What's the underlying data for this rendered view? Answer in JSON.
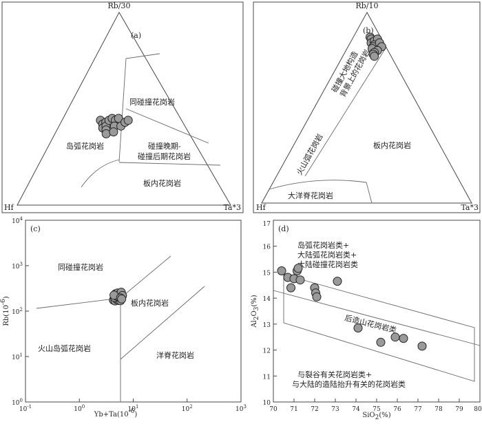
{
  "chart_data": [
    {
      "panel": "(a)",
      "type": "scatter",
      "subtype": "ternary",
      "vertices": {
        "top": "Rb/30",
        "left": "Hf",
        "right": "Ta*3"
      },
      "fields": [
        "同碰撞花岗岩",
        "碰撞晚期-",
        "碰撞后期花岗岩",
        "岛弧花岗岩",
        "板内花岗岩"
      ],
      "points": [
        {
          "rb": 0.44,
          "hf": 0.38,
          "ta": 0.18
        },
        {
          "rb": 0.42,
          "hf": 0.38,
          "ta": 0.2
        },
        {
          "rb": 0.4,
          "hf": 0.39,
          "ta": 0.21
        },
        {
          "rb": 0.43,
          "hf": 0.36,
          "ta": 0.21
        },
        {
          "rb": 0.41,
          "hf": 0.37,
          "ta": 0.22
        },
        {
          "rb": 0.39,
          "hf": 0.38,
          "ta": 0.23
        },
        {
          "rb": 0.44,
          "hf": 0.34,
          "ta": 0.22
        },
        {
          "rb": 0.45,
          "hf": 0.32,
          "ta": 0.23
        },
        {
          "rb": 0.44,
          "hf": 0.31,
          "ta": 0.25
        },
        {
          "rb": 0.41,
          "hf": 0.33,
          "ta": 0.26
        },
        {
          "rb": 0.45,
          "hf": 0.29,
          "ta": 0.26
        },
        {
          "rb": 0.41,
          "hf": 0.3,
          "ta": 0.29
        },
        {
          "rb": 0.37,
          "hf": 0.39,
          "ta": 0.24
        },
        {
          "rb": 0.38,
          "hf": 0.35,
          "ta": 0.27
        },
        {
          "rb": 0.43,
          "hf": 0.27,
          "ta": 0.3
        },
        {
          "rb": 0.44,
          "hf": 0.25,
          "ta": 0.31
        }
      ]
    },
    {
      "panel": "(b)",
      "type": "scatter",
      "subtype": "ternary",
      "vertices": {
        "top": "Rb/10",
        "left": "Hf",
        "right": "Ta*3"
      },
      "fields": [
        "碰撞大地构造",
        "背景上的花岗岩",
        "火山弧花岗岩",
        "板内花岗岩",
        "大洋脊花岗岩"
      ],
      "points": [
        {
          "rb": 0.87,
          "hf": 0.05,
          "ta": 0.08
        },
        {
          "rb": 0.86,
          "hf": 0.05,
          "ta": 0.09
        },
        {
          "rb": 0.84,
          "hf": 0.06,
          "ta": 0.1
        },
        {
          "rb": 0.85,
          "hf": 0.04,
          "ta": 0.11
        },
        {
          "rb": 0.86,
          "hf": 0.02,
          "ta": 0.12
        },
        {
          "rb": 0.83,
          "hf": 0.05,
          "ta": 0.12
        },
        {
          "rb": 0.82,
          "hf": 0.06,
          "ta": 0.12
        },
        {
          "rb": 0.81,
          "hf": 0.07,
          "ta": 0.12
        },
        {
          "rb": 0.84,
          "hf": 0.02,
          "ta": 0.14
        },
        {
          "rb": 0.82,
          "hf": 0.02,
          "ta": 0.16
        },
        {
          "rb": 0.8,
          "hf": 0.05,
          "ta": 0.15
        },
        {
          "rb": 0.79,
          "hf": 0.07,
          "ta": 0.14
        },
        {
          "rb": 0.78,
          "hf": 0.08,
          "ta": 0.14
        },
        {
          "rb": 0.77,
          "hf": 0.08,
          "ta": 0.15
        }
      ]
    },
    {
      "panel": "(c)",
      "type": "scatter",
      "xscale": "log",
      "yscale": "log",
      "xlim": [
        0.1,
        1000
      ],
      "ylim": [
        1,
        10000
      ],
      "xlabel": "Yb+Ta(10",
      "xlabel_sup": "-6",
      "xlabel_end": ")",
      "ylabel": "Rb(10",
      "ylabel_sup": "-6",
      "ylabel_end": ")",
      "xticks": [
        {
          "base": "10",
          "exp": "-1"
        },
        {
          "base": "10",
          "exp": "0"
        },
        {
          "base": "10",
          "exp": "1"
        },
        {
          "base": "10",
          "exp": "2"
        },
        {
          "base": "10",
          "exp": "3"
        }
      ],
      "yticks": [
        {
          "base": "10",
          "exp": "0"
        },
        {
          "base": "10",
          "exp": "1"
        },
        {
          "base": "10",
          "exp": "2"
        },
        {
          "base": "10",
          "exp": "3"
        },
        {
          "base": "10",
          "exp": "4"
        }
      ],
      "fields": [
        "同碰撞花岗岩",
        "板内花岗岩",
        "火山岛弧花岗岩",
        "洋脊花岗岩"
      ],
      "points": [
        {
          "x": 4.3,
          "y": 175
        },
        {
          "x": 4.6,
          "y": 168
        },
        {
          "x": 5.0,
          "y": 180
        },
        {
          "x": 5.4,
          "y": 172
        },
        {
          "x": 5.8,
          "y": 170
        },
        {
          "x": 4.5,
          "y": 200
        },
        {
          "x": 4.9,
          "y": 215
        },
        {
          "x": 5.3,
          "y": 205
        },
        {
          "x": 4.7,
          "y": 240
        },
        {
          "x": 5.1,
          "y": 250
        },
        {
          "x": 5.6,
          "y": 235
        },
        {
          "x": 6.0,
          "y": 260
        },
        {
          "x": 6.3,
          "y": 220
        },
        {
          "x": 4.4,
          "y": 225
        },
        {
          "x": 5.8,
          "y": 195
        },
        {
          "x": 6.1,
          "y": 185
        }
      ]
    },
    {
      "panel": "(d)",
      "type": "scatter",
      "xlim": [
        70,
        80
      ],
      "ylim": [
        10,
        17
      ],
      "xlabel": "SiO",
      "xlabel_sub": "2",
      "xlabel_end": "(%)",
      "ylabel": "Al",
      "ylabel_sub1": "2",
      "ylabel_mid": "O",
      "ylabel_sub2": "3",
      "ylabel_end": "(%)",
      "xticks": [
        "70",
        "71",
        "72",
        "73",
        "74",
        "75",
        "76",
        "77",
        "78",
        "79",
        "80"
      ],
      "yticks": [
        "10",
        "11",
        "12",
        "13",
        "14",
        "15",
        "16",
        "17"
      ],
      "fields": [
        "岛弧花岗岩类+",
        "大陆弧花岗岩类+",
        "大陆碰撞花岗岩类",
        "后造山花岗岩类",
        "与裂谷有关花岗岩类+",
        "与大陆的造陆抬升有关的花岗岩类"
      ],
      "points": [
        {
          "x": 70.4,
          "y": 15.05
        },
        {
          "x": 70.7,
          "y": 14.8
        },
        {
          "x": 70.85,
          "y": 14.4
        },
        {
          "x": 71.0,
          "y": 14.75
        },
        {
          "x": 71.15,
          "y": 15.05
        },
        {
          "x": 71.2,
          "y": 15.15
        },
        {
          "x": 71.3,
          "y": 14.7
        },
        {
          "x": 72.0,
          "y": 14.4
        },
        {
          "x": 72.05,
          "y": 14.2
        },
        {
          "x": 72.1,
          "y": 14.05
        },
        {
          "x": 73.1,
          "y": 14.65
        },
        {
          "x": 74.1,
          "y": 12.85
        },
        {
          "x": 75.2,
          "y": 12.3
        },
        {
          "x": 75.9,
          "y": 12.5
        },
        {
          "x": 76.3,
          "y": 12.45
        },
        {
          "x": 77.2,
          "y": 12.15
        }
      ]
    }
  ]
}
